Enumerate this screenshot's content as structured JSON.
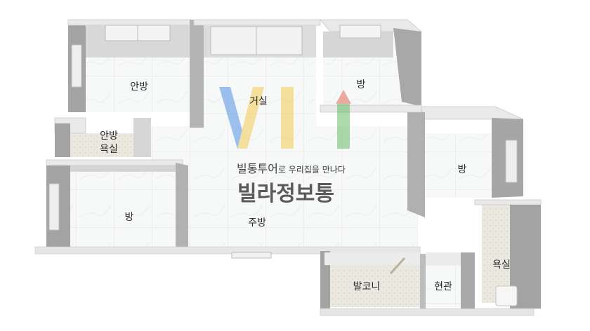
{
  "rooms": {
    "master_bedroom": "안방",
    "living_room": "거실",
    "bedroom_top_right": "방",
    "master_bath_line1": "안방",
    "master_bath_line2": "욕실",
    "bedroom_right": "방",
    "bedroom_left": "방",
    "kitchen": "주방",
    "balcony": "발코니",
    "entrance": "현관",
    "bathroom": "욕실"
  },
  "watermark": {
    "tagline_big": "빌통투어",
    "tagline_small": "로 우리집을 만나다",
    "brand": "빌라정보통"
  },
  "colors": {
    "wall_top": "#e9e9e9",
    "wall_side": "#a3a3a3",
    "wall_outer": "#bdbdbd",
    "floor": "#f7f8f8",
    "tile_grid": "#e6e7e8",
    "bath_floor": "#ece9e2",
    "logo_blue": "#2f7de0",
    "logo_yellow": "#f2c230",
    "logo_red": "#e04a3a",
    "logo_green": "#49b04a"
  }
}
